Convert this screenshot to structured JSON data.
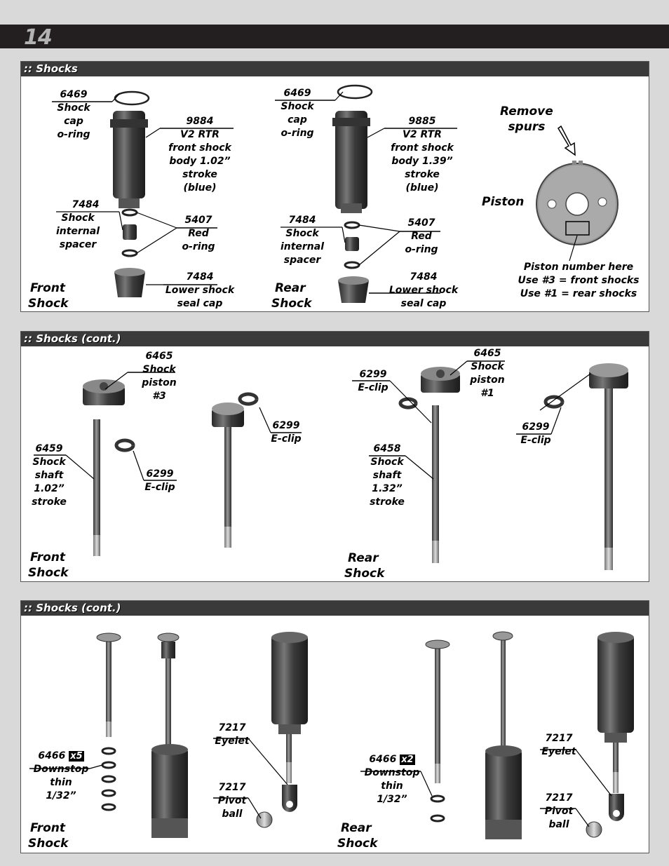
{
  "page": {
    "number": "14"
  },
  "section1": {
    "title": ":: Shocks",
    "front": {
      "caption": [
        "Front",
        "Shock"
      ],
      "oring": {
        "num": "6469",
        "text": [
          "Shock",
          "cap",
          "o-ring"
        ]
      },
      "body": {
        "num": "9884",
        "text": [
          "V2 RTR",
          "front shock",
          "body 1.02”",
          "stroke",
          "(blue)"
        ]
      },
      "spacer": {
        "num": "7484",
        "text": [
          "Shock",
          "internal",
          "spacer"
        ]
      },
      "red_oring": {
        "num": "5407",
        "text": [
          "Red",
          "o-ring"
        ]
      },
      "seal_cap": {
        "num": "7484",
        "text": [
          "Lower shock",
          "seal cap"
        ]
      }
    },
    "rear": {
      "caption": [
        "Rear",
        "Shock"
      ],
      "oring": {
        "num": "6469",
        "text": [
          "Shock",
          "cap",
          "o-ring"
        ]
      },
      "body": {
        "num": "9885",
        "text": [
          "V2 RTR",
          "front shock",
          "body 1.39”",
          "stroke",
          "(blue)"
        ]
      },
      "spacer": {
        "num": "7484",
        "text": [
          "Shock",
          "internal",
          "spacer"
        ]
      },
      "red_oring": {
        "num": "5407",
        "text": [
          "Red",
          "o-ring"
        ]
      },
      "seal_cap": {
        "num": "7484",
        "text": [
          "Lower shock",
          "seal cap"
        ]
      }
    },
    "piston": {
      "remove": [
        "Remove",
        "spurs"
      ],
      "label": "Piston",
      "note": [
        "Piston number here",
        "Use #3 = front shocks",
        "Use #1 = rear shocks"
      ]
    }
  },
  "section2": {
    "title": ":: Shocks (cont.)",
    "front": {
      "caption": [
        "Front",
        "Shock"
      ],
      "piston": {
        "num": "6465",
        "text": [
          "Shock",
          "piston",
          "#3"
        ]
      },
      "shaft": {
        "num": "6459",
        "text": [
          "Shock",
          "shaft",
          "1.02”",
          "stroke"
        ]
      },
      "eclip_a": {
        "num": "6299",
        "text": [
          "E-clip"
        ]
      },
      "eclip_b": {
        "num": "6299",
        "text": [
          "E-clip"
        ]
      }
    },
    "rear": {
      "caption": [
        "Rear",
        "Shock"
      ],
      "eclip_a": {
        "num": "6299",
        "text": [
          "E-clip"
        ]
      },
      "piston": {
        "num": "6465",
        "text": [
          "Shock",
          "piston",
          "#1"
        ]
      },
      "shaft": {
        "num": "6458",
        "text": [
          "Shock",
          "shaft",
          "1.32”",
          "stroke"
        ]
      },
      "eclip_b": {
        "num": "6299",
        "text": [
          "E-clip"
        ]
      }
    }
  },
  "section3": {
    "title": ":: Shocks (cont.)",
    "front": {
      "caption": [
        "Front",
        "Shock"
      ],
      "downstop": {
        "num": "6466",
        "qty": "x5",
        "text": [
          "Downstop",
          "thin",
          "1/32”"
        ]
      },
      "eyelet": {
        "num": "7217",
        "text": [
          "Eyelet"
        ]
      },
      "pivot": {
        "num": "7217",
        "text": [
          "Pivot",
          "ball"
        ]
      }
    },
    "rear": {
      "caption": [
        "Rear",
        "Shock"
      ],
      "downstop": {
        "num": "6466",
        "qty": "x2",
        "text": [
          "Downstop",
          "thin",
          "1/32”"
        ]
      },
      "eyelet": {
        "num": "7217",
        "text": [
          "Eyelet"
        ]
      },
      "pivot": {
        "num": "7217",
        "text": [
          "Pivot",
          "ball"
        ]
      }
    }
  }
}
